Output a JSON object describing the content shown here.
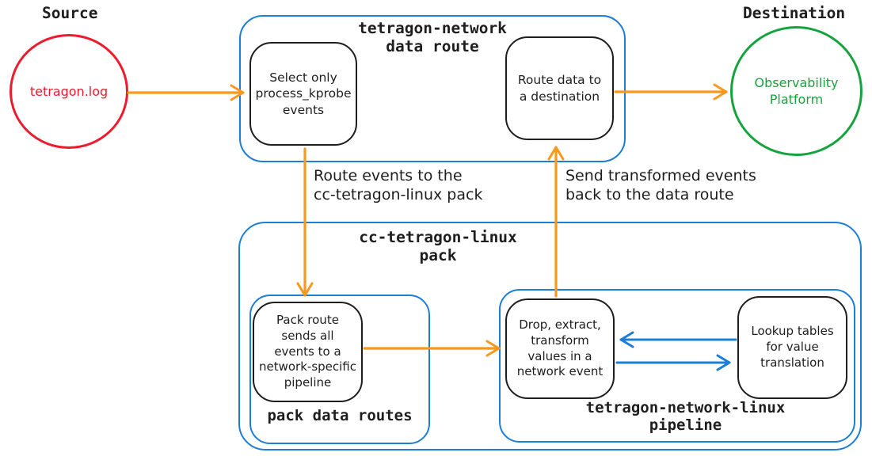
{
  "colors": {
    "red": "#ec1c2e",
    "green": "#16a33e",
    "blue": "#1c7ed6",
    "orange": "#f8981d",
    "ink": "#1e1e1e"
  },
  "source": {
    "title": "Source",
    "node": "tetragon.log"
  },
  "destination": {
    "title": "Destination",
    "node": "Observability\nPlatform"
  },
  "data_route": {
    "title": "tetragon-network\ndata route",
    "select_node": "Select only\nprocess_kprobe\nevents",
    "route_node": "Route data to\na destination"
  },
  "edge_labels": {
    "to_pack": "Route events to the\ncc-tetragon-linux pack",
    "to_route": "Send transformed events\nback to the data route"
  },
  "pack": {
    "title": "cc-tetragon-linux\npack",
    "data_routes": {
      "title": "pack data routes",
      "pack_route_node": "Pack route\nsends all\nevents to a\nnetwork-specific\npipeline"
    },
    "pipeline": {
      "title": "tetragon-network-linux\npipeline",
      "transform_node": "Drop, extract,\ntransform\nvalues in a\nnetwork event",
      "lookup_node": "Lookup tables\nfor value\ntranslation"
    }
  }
}
